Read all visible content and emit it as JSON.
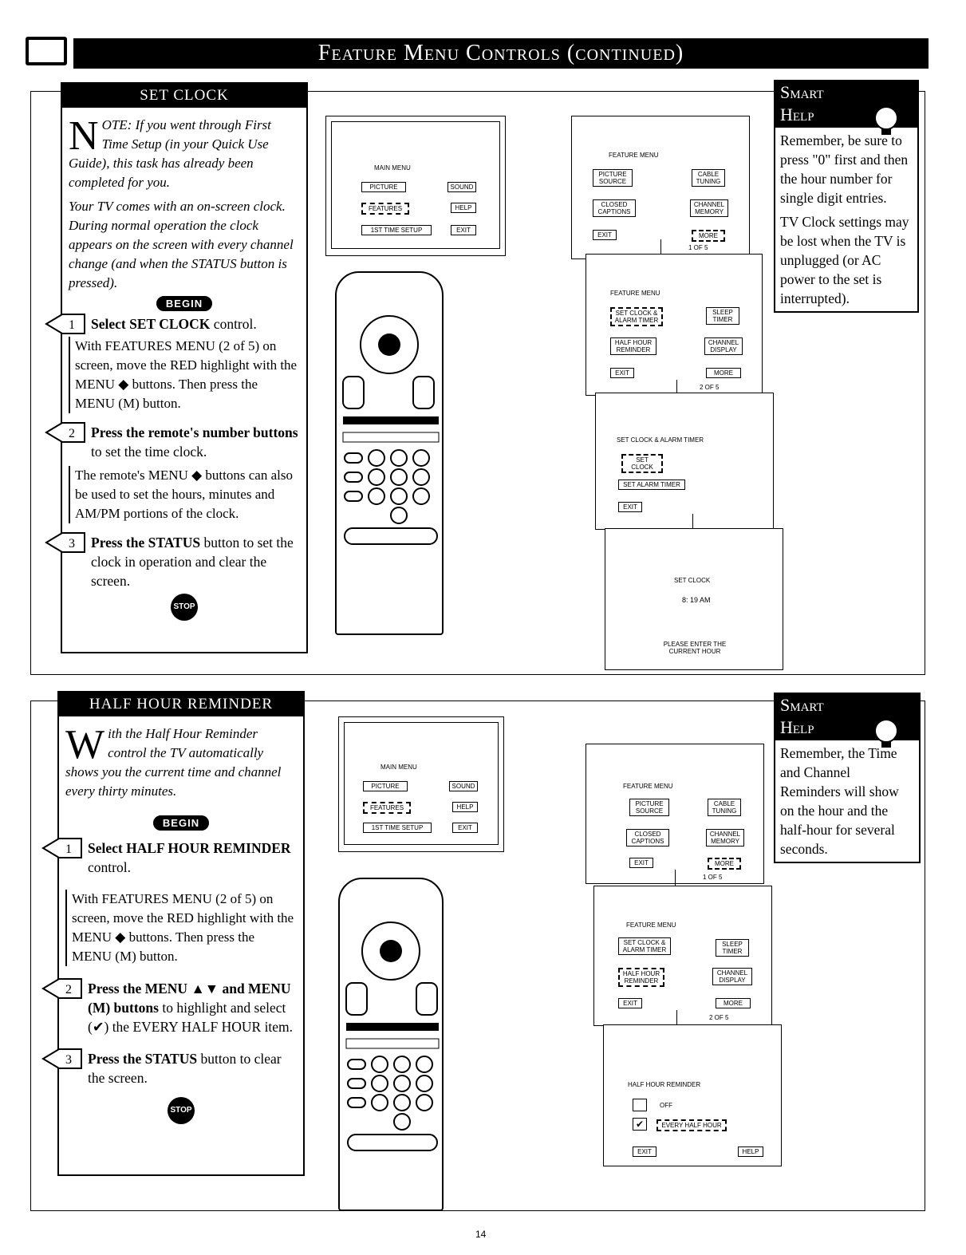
{
  "header": {
    "title": "Feature Menu Controls (continued)"
  },
  "set_clock": {
    "heading": "SET CLOCK",
    "note_cap": "N",
    "note": "OTE: If you went through First Time Setup (in your Quick Use Guide), this task has already been completed for you.",
    "intro": "Your TV comes with an on-screen clock. During normal operation the clock appears on the screen with every channel change (and when the STATUS button is pressed).",
    "begin": "BEGIN",
    "step1_num": "1",
    "step1_title": "Select SET CLOCK",
    "step1_tail": " control.",
    "step1_body": "With FEATURES MENU (2 of 5) on screen, move the RED highlight with the MENU ◆ buttons. Then press the MENU (M) button.",
    "step2_num": "2",
    "step2_title": "Press the remote's number buttons",
    "step2_tail": " to set the time clock.",
    "step2_body": "The remote's MENU ◆ buttons can also be used to set the hours, minutes and AM/PM portions of the clock.",
    "step3_num": "3",
    "step3_title": "Press the STATUS",
    "step3_tail": " button to set the clock in operation and clear the screen.",
    "stop": "STOP"
  },
  "smart_help_1": {
    "title1": "Smart",
    "title2": "Help",
    "body1": "Remember, be sure to press \"0\" first and then the hour number for single digit entries.",
    "body2": "TV Clock settings may be lost when the TV is unplugged (or AC power to the set is interrupted)."
  },
  "half_hour": {
    "heading": "HALF HOUR REMINDER",
    "note_cap": "W",
    "note": "ith the Half Hour Reminder control the TV automatically shows you the current time and channel every thirty minutes.",
    "begin": "BEGIN",
    "step1_num": "1",
    "step1_title": "Select HALF HOUR REMINDER",
    "step1_tail": " control.",
    "step1_body": "With FEATURES MENU (2 of 5) on screen, move the RED highlight with the MENU ◆ buttons. Then press the MENU (M) button.",
    "step2_num": "2",
    "step2_title": "Press the MENU ▲▼ and MENU (M) buttons",
    "step2_tail": " to highlight and select (✔) the EVERY HALF HOUR item.",
    "step3_num": "3",
    "step3_title": "Press the STATUS",
    "step3_tail": " button to clear the screen.",
    "stop": "STOP"
  },
  "smart_help_2": {
    "title1": "Smart",
    "title2": "Help",
    "body": "Remember, the Time and Channel Reminders will show on the hour and the half-hour for several seconds."
  },
  "screens": {
    "main_menu": "MAIN MENU",
    "picture": "PICTURE",
    "sound": "SOUND",
    "features": "FEATURES",
    "help": "HELP",
    "first_setup": "1ST TIME SETUP",
    "exit": "EXIT",
    "feature_menu": "FEATURE MENU",
    "picture_source": "PICTURE SOURCE",
    "cable_tuning": "CABLE TUNING",
    "closed_captions": "CLOSED CAPTIONS",
    "channel_memory": "CHANNEL MEMORY",
    "more": "MORE",
    "page1": "1 OF 5",
    "set_clock_alarm": "SET CLOCK & ALARM TIMER",
    "sleep_timer": "SLEEP TIMER",
    "half_hour_reminder": "HALF HOUR REMINDER",
    "channel_display": "CHANNEL DISPLAY",
    "page2": "2 OF 5",
    "sca_title": "SET CLOCK & ALARM TIMER",
    "set_clock": "SET CLOCK",
    "set_alarm": "SET ALARM TIMER",
    "setclock_title": "SET CLOCK",
    "clock_value": "8: 19 AM",
    "enter_hour": "PLEASE ENTER THE CURRENT HOUR",
    "hhr_title": "HALF HOUR REMINDER",
    "off": "OFF",
    "every": "EVERY HALF HOUR"
  },
  "page_number": "14"
}
